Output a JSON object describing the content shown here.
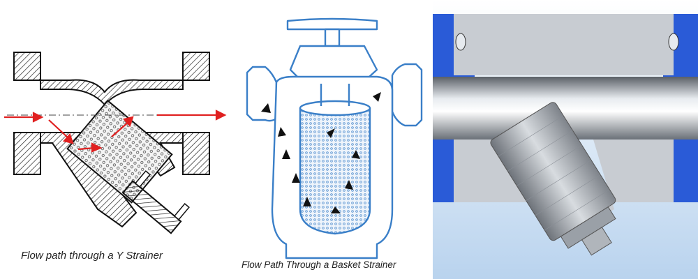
{
  "panels": [
    {
      "caption": "Flow path through a Y Strainer",
      "flow_arrow_color": "#e02020",
      "icon": "y-strainer-cross-section"
    },
    {
      "caption": "Flow Path Through a Basket Strainer",
      "flow_arrow_color": "#111111",
      "line_color": "#3a7fc8",
      "icon": "basket-strainer-cross-section"
    },
    {
      "caption": "",
      "flange_color": "#2a5bd7",
      "background_color": "#b9d3ee",
      "icon": "y-strainer-3d-cutaway"
    }
  ]
}
